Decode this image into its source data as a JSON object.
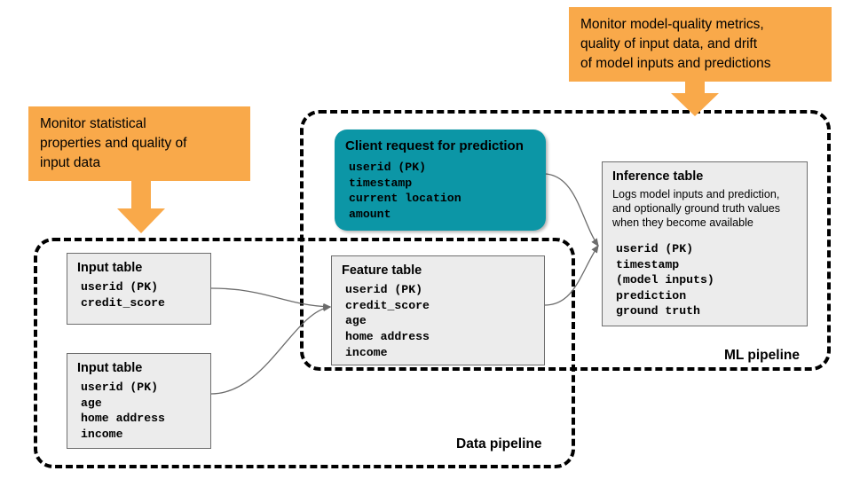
{
  "callouts": [
    {
      "id": "left-callout",
      "lines": [
        "Monitor statistical",
        "properties and quality of",
        "input data"
      ]
    },
    {
      "id": "right-callout",
      "lines": [
        "Monitor model-quality metrics,",
        "quality of input data, and drift",
        "of model inputs and predictions"
      ]
    }
  ],
  "pipelines": {
    "data": {
      "label": "Data pipeline"
    },
    "ml": {
      "label": "ML pipeline"
    }
  },
  "entities": {
    "input_table_1": {
      "title": "Input table",
      "fields": [
        "userid (PK)",
        "credit_score"
      ]
    },
    "input_table_2": {
      "title": "Input table",
      "fields": [
        "userid (PK)",
        "age",
        "home address",
        "income"
      ]
    },
    "feature_table": {
      "title": "Feature table",
      "fields": [
        "userid (PK)",
        "credit_score",
        "age",
        "home address",
        "income"
      ]
    },
    "client_request": {
      "title": "Client request for prediction",
      "fields": [
        "userid (PK)",
        "timestamp",
        "current location",
        "amount"
      ]
    },
    "inference_table": {
      "title": "Inference table",
      "description": [
        "Logs model inputs and prediction,",
        "and optionally ground truth values",
        "when they become available"
      ],
      "fields": [
        "userid (PK)",
        "timestamp",
        "(model inputs)",
        "prediction",
        "ground truth"
      ]
    }
  },
  "colors": {
    "callout_orange": "#F9A94A",
    "entity_teal": "#0C96A6",
    "entity_gray": "#ECECEC",
    "border_dark": "#000000",
    "connector_gray": "#6B6B6B"
  }
}
